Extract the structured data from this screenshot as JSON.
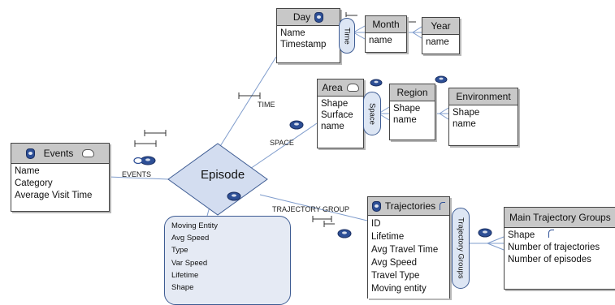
{
  "entities": {
    "day": {
      "title": "Day",
      "attrs": [
        "Name",
        "Timestamp"
      ]
    },
    "month": {
      "title": "Month",
      "attrs": [
        "name"
      ]
    },
    "year": {
      "title": "Year",
      "attrs": [
        "name"
      ]
    },
    "area": {
      "title": "Area",
      "attrs": [
        "Shape",
        "Surface",
        "name"
      ]
    },
    "region": {
      "title": "Region",
      "attrs": [
        "Shape",
        "name"
      ]
    },
    "environment": {
      "title": "Environment",
      "attrs": [
        "Shape",
        "name"
      ]
    },
    "events": {
      "title": "Events",
      "attrs": [
        "Name",
        "Category",
        "Average Visit Time"
      ]
    },
    "trajectories": {
      "title": "Trajectories",
      "attrs": [
        "ID",
        "Lifetime",
        "Avg Travel Time",
        "Avg Speed",
        "Travel Type",
        "Moving entity"
      ]
    },
    "main_groups": {
      "title": "Main Trajectory Groups",
      "attrs": [
        "Shape",
        "Number of trajectories",
        "Number of episodes"
      ]
    }
  },
  "fact": {
    "title": "Episode",
    "attrs": [
      "Moving Entity",
      "Avg Speed",
      "Type",
      "Var Speed",
      "Lifetime",
      "Shape"
    ]
  },
  "relationships": {
    "time": "TIME",
    "space": "SPACE",
    "events": "EVENTS",
    "trajectory_group": "TRAJECTORY GROUP"
  },
  "hierarchies": {
    "time": "Time",
    "space": "Space",
    "trajectory_groups": "Trajectory Groups"
  },
  "colors": {
    "line": "#5b7fbf",
    "diamond_fill": "#d3ddf0",
    "header_fill": "#c8c8c8",
    "icon_blue": "#2d4f96"
  }
}
